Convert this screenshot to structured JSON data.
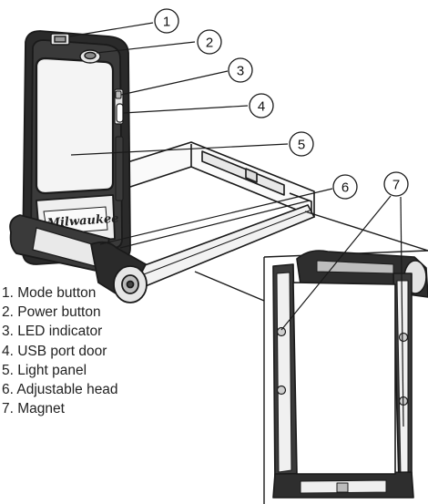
{
  "callouts": [
    "1",
    "2",
    "3",
    "4",
    "5",
    "6",
    "7"
  ],
  "brand_mark": "Milwaukee",
  "legend": [
    "1. Mode button",
    "2. Power button",
    "3. LED indicator",
    "4. USB port door",
    "5. Light panel",
    "6. Adjustable head",
    "7. Magnet"
  ],
  "colors": {
    "line": "#1a1a1a",
    "shade": "#2a2a2a",
    "panel": "#f4f4f4"
  }
}
